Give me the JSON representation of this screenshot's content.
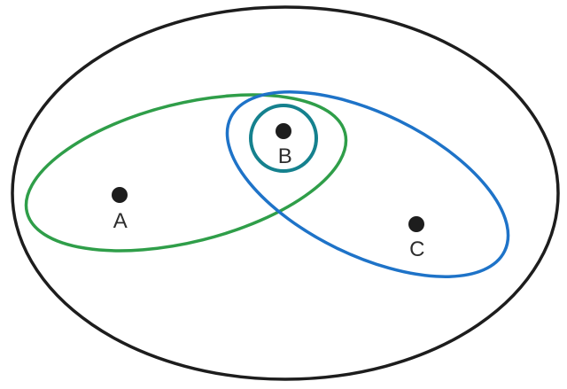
{
  "diagram": {
    "kind": "euler-venn-diagram",
    "background": "#ffffff",
    "labels": {
      "a": "A",
      "b": "B",
      "c": "C"
    },
    "colors": {
      "universe_stroke": "#1d1d1d",
      "green_set_stroke": "#2f9e49",
      "blue_set_stroke": "#1e73c8",
      "teal_set_stroke": "#15818e",
      "point_fill": "#1d1d1d",
      "label_color": "#2d2d2d"
    },
    "sets": [
      {
        "name": "universe",
        "shape": "ellipse",
        "stroke": "#1d1d1d",
        "members": [
          "A",
          "B",
          "C"
        ]
      },
      {
        "name": "green-set",
        "shape": "rotated-ellipse",
        "stroke": "#2f9e49",
        "members": [
          "A",
          "B"
        ]
      },
      {
        "name": "blue-set",
        "shape": "rotated-ellipse",
        "stroke": "#1e73c8",
        "members": [
          "B",
          "C"
        ]
      },
      {
        "name": "teal-set",
        "shape": "circle",
        "stroke": "#15818e",
        "members": [
          "B"
        ]
      }
    ]
  }
}
